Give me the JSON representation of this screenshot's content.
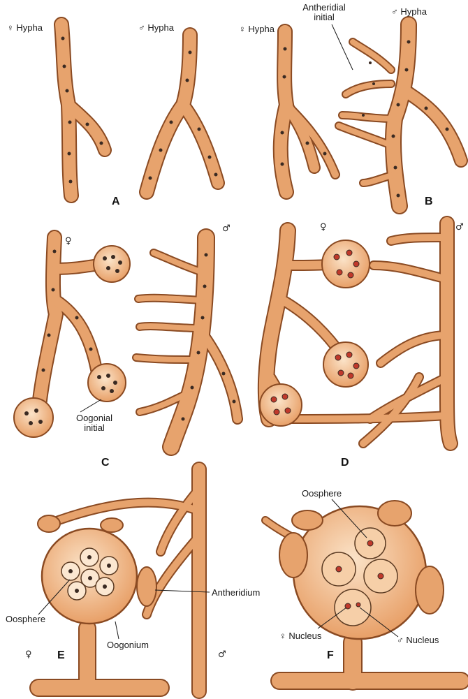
{
  "panels": {
    "a": "A",
    "b": "B",
    "c": "C",
    "d": "D",
    "e": "E",
    "f": "F"
  },
  "labels": {
    "a_female_hypha": "♀ Hypha",
    "a_male_hypha": "♂ Hypha",
    "b_female_hypha": "♀ Hypha",
    "b_antheridial_line1": "Antheridial",
    "b_antheridial_line2": "initial",
    "b_male_hypha": "♂ Hypha",
    "c_female": "♀",
    "c_male": "♂",
    "c_oogonial_line1": "Oogonial",
    "c_oogonial_line2": "initial",
    "d_female": "♀",
    "d_male": "♂",
    "e_oosphere": "Oosphere",
    "e_oogonium": "Oogonium",
    "e_antheridium": "Antheridium",
    "e_female": "♀",
    "e_male": "♂",
    "f_oosphere": "Oosphere",
    "f_female_nucleus": "♀ Nucleus",
    "f_male_nucleus": "♂ Nucleus"
  },
  "colors": {
    "hypha_fill": "#e7a36d",
    "hypha_stroke": "#8a4a22",
    "oospore_fill": "#f2c9a2",
    "nucleus": "#3a2a22",
    "nucleus_red": "#c0392b"
  }
}
